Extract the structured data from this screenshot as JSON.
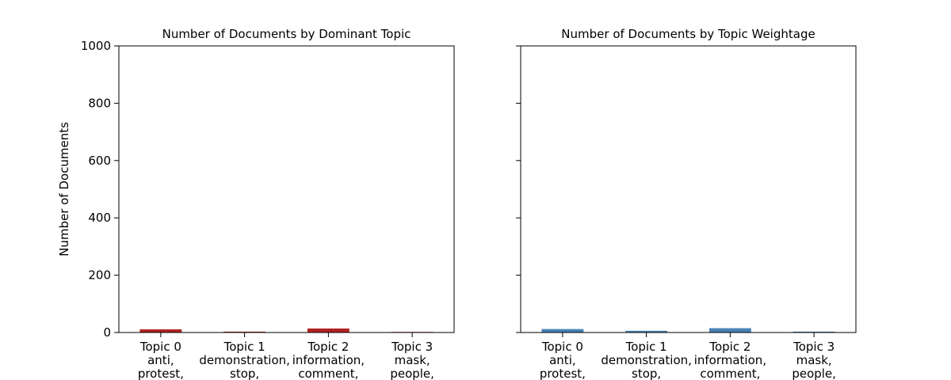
{
  "chart_data": [
    {
      "type": "bar",
      "title": "Number of Documents by Dominant Topic",
      "ylabel": "Number of Documents",
      "xlabel": "",
      "ylim": [
        0,
        1000
      ],
      "yticks": [
        0,
        200,
        400,
        600,
        800,
        1000
      ],
      "categories": [
        [
          "Topic 0",
          "anti,",
          "protest,"
        ],
        [
          "Topic 1",
          "demonstration,",
          "stop,"
        ],
        [
          "Topic 2",
          "information,",
          "comment,"
        ],
        [
          "Topic 3",
          "mask,",
          "people,"
        ]
      ],
      "values": [
        11,
        3,
        14,
        2
      ],
      "color": "#b22222",
      "grid": false
    },
    {
      "type": "bar",
      "title": "Number of Documents by Topic Weightage",
      "ylabel": "",
      "xlabel": "",
      "ylim": [
        0,
        1000
      ],
      "yticks": [
        0,
        200,
        400,
        600,
        800,
        1000
      ],
      "show_ytick_labels": false,
      "categories": [
        [
          "Topic 0",
          "anti,",
          "protest,"
        ],
        [
          "Topic 1",
          "demonstration,",
          "stop,"
        ],
        [
          "Topic 2",
          "information,",
          "comment,"
        ],
        [
          "Topic 3",
          "mask,",
          "people,"
        ]
      ],
      "values": [
        12,
        6,
        15,
        3
      ],
      "color": "#4682b4",
      "grid": false
    }
  ]
}
